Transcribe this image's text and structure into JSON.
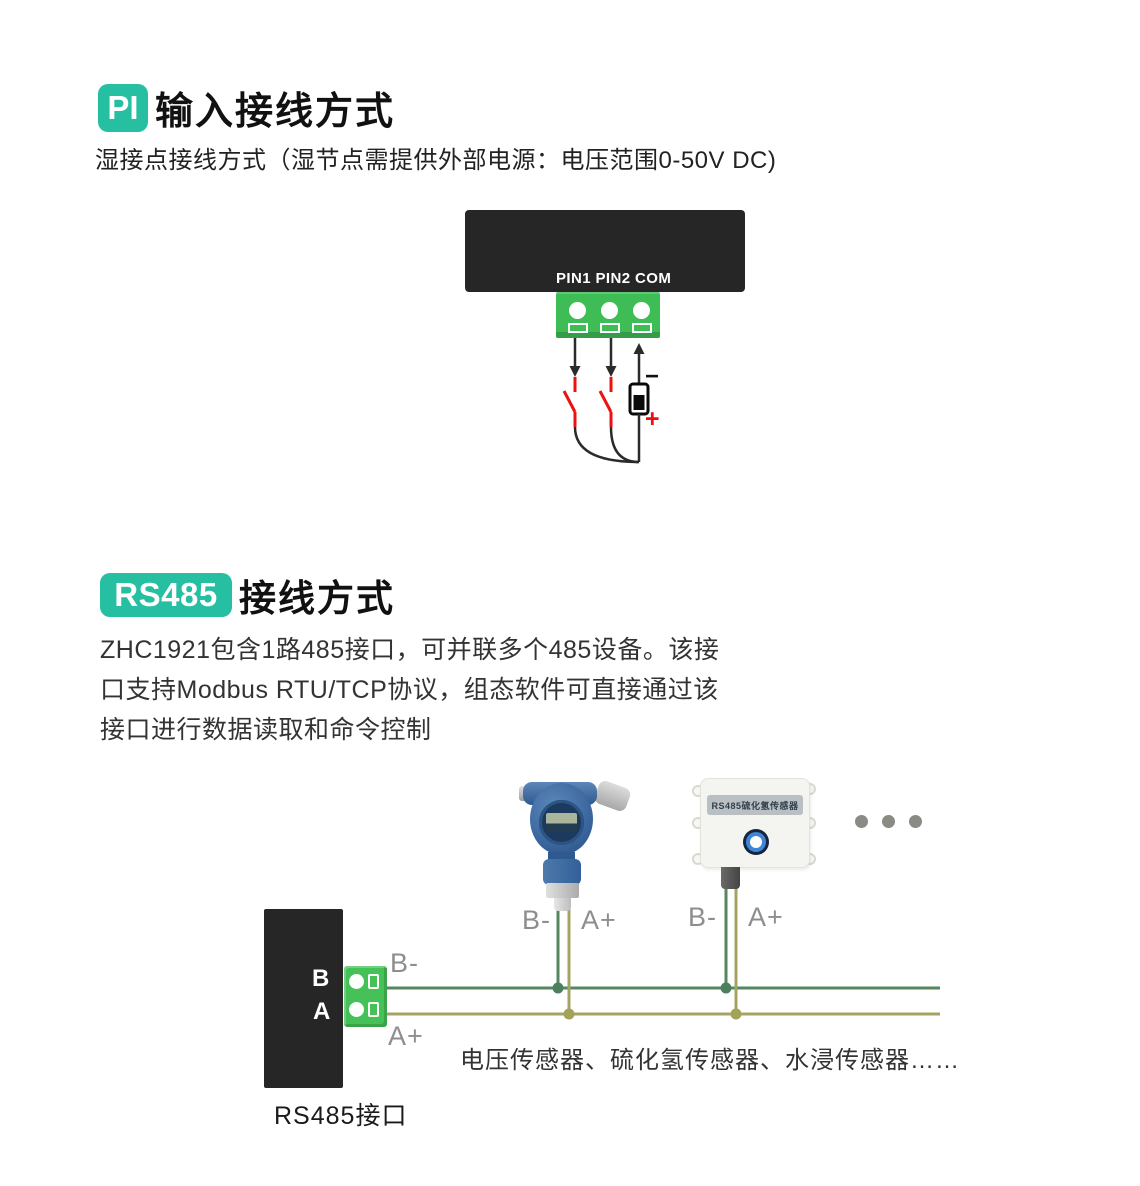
{
  "pi_section": {
    "badge": "PI",
    "title": "输入接线方式",
    "subtitle": "湿接点接线方式（湿节点需提供外部电源：电压范围0-50V DC)",
    "pins_label": "PIN1 PIN2 COM",
    "battery": {
      "minus": "−",
      "plus": "+"
    }
  },
  "rs485_section": {
    "badge": "RS485",
    "title": "接线方式",
    "paragraph_lines": [
      "ZHC1921包含1路485接口，可并联多个485设备。该接",
      "口支持Modbus RTU/TCP协议，组态软件可直接通过该",
      "接口进行数据读取和命令控制"
    ],
    "terminal": {
      "b": "B",
      "a": "A"
    },
    "wire_labels": [
      {
        "b": "B-",
        "a": "A+"
      },
      {
        "b": "B-",
        "a": "A+"
      },
      {
        "b": "B-",
        "a": "A+"
      }
    ],
    "sensor_box_label": "RS485硫化氢传感器",
    "device_label": "RS485接口",
    "caption": "电压传感器、硫化氢传感器、水浸传感器……"
  },
  "colors": {
    "accent_teal": "#26bfa2",
    "terminal_green": "#42bd57",
    "wire_green": "#568760",
    "wire_olive": "#a4a363",
    "switch_red": "#ee1111",
    "device_black": "#262626"
  }
}
